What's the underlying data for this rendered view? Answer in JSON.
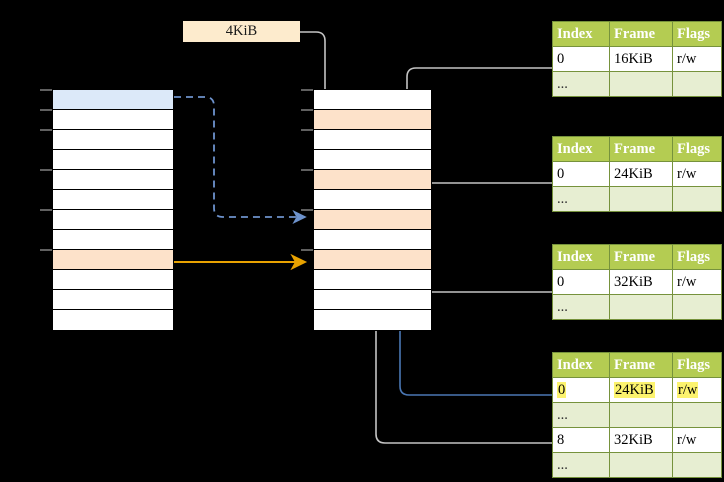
{
  "diagram": {
    "title": "page-table-translation-diagram",
    "background": "#000000",
    "size_label": {
      "text": "4KiB"
    },
    "colors": {
      "header_green": "#b4cc52",
      "row_alt_green": "#e7eed2",
      "peach": "#fde2ca",
      "blue_row": "#dce9f9",
      "label_cream": "#fdebcd",
      "highlight_yellow": "#fcf36e",
      "orange_arrow": "#e8a200",
      "blue_arrow": "#4a77b4",
      "gray_wire": "#bfbfbf"
    },
    "left_column": {
      "name": "virtual-address-space-column",
      "row_count": 12,
      "rows": [
        {
          "fill": "blue"
        },
        {
          "fill": "white"
        },
        {
          "fill": "white"
        },
        {
          "fill": "white"
        },
        {
          "fill": "white"
        },
        {
          "fill": "white"
        },
        {
          "fill": "white"
        },
        {
          "fill": "white"
        },
        {
          "fill": "peach"
        },
        {
          "fill": "white"
        },
        {
          "fill": "white"
        },
        {
          "fill": "white"
        }
      ]
    },
    "middle_column": {
      "name": "physical-memory-column",
      "row_count": 12,
      "rows": [
        {
          "fill": "white"
        },
        {
          "fill": "peach"
        },
        {
          "fill": "white"
        },
        {
          "fill": "white"
        },
        {
          "fill": "peach"
        },
        {
          "fill": "white"
        },
        {
          "fill": "peach"
        },
        {
          "fill": "white"
        },
        {
          "fill": "peach"
        },
        {
          "fill": "white"
        },
        {
          "fill": "white"
        },
        {
          "fill": "white"
        }
      ]
    },
    "tables": [
      {
        "name": "page-table-1",
        "headers": [
          "Index",
          "Frame",
          "Flags"
        ],
        "rows": [
          {
            "type": "entry",
            "cells": [
              "0",
              "16KiB",
              "r/w"
            ],
            "highlight": [
              false,
              false,
              false
            ]
          },
          {
            "type": "ellipsis",
            "cells": [
              "...",
              "",
              ""
            ],
            "highlight": [
              false,
              false,
              false
            ]
          }
        ]
      },
      {
        "name": "page-table-2",
        "headers": [
          "Index",
          "Frame",
          "Flags"
        ],
        "rows": [
          {
            "type": "entry",
            "cells": [
              "0",
              "24KiB",
              "r/w"
            ],
            "highlight": [
              false,
              false,
              false
            ]
          },
          {
            "type": "ellipsis",
            "cells": [
              "...",
              "",
              ""
            ],
            "highlight": [
              false,
              false,
              false
            ]
          }
        ]
      },
      {
        "name": "page-table-3",
        "headers": [
          "Index",
          "Frame",
          "Flags"
        ],
        "rows": [
          {
            "type": "entry",
            "cells": [
              "0",
              "32KiB",
              "r/w"
            ],
            "highlight": [
              false,
              false,
              false
            ]
          },
          {
            "type": "ellipsis",
            "cells": [
              "...",
              "",
              ""
            ],
            "highlight": [
              false,
              false,
              false
            ]
          }
        ]
      },
      {
        "name": "page-table-4",
        "headers": [
          "Index",
          "Frame",
          "Flags"
        ],
        "rows": [
          {
            "type": "entry",
            "cells": [
              "0",
              "24KiB",
              "r/w"
            ],
            "highlight": [
              true,
              true,
              true
            ]
          },
          {
            "type": "ellipsis",
            "cells": [
              "...",
              "",
              ""
            ],
            "highlight": [
              false,
              false,
              false
            ]
          },
          {
            "type": "entry",
            "cells": [
              "8",
              "32KiB",
              "r/w"
            ],
            "highlight": [
              false,
              false,
              false
            ]
          },
          {
            "type": "ellipsis",
            "cells": [
              "...",
              "",
              ""
            ],
            "highlight": [
              false,
              false,
              false
            ]
          }
        ]
      }
    ]
  }
}
